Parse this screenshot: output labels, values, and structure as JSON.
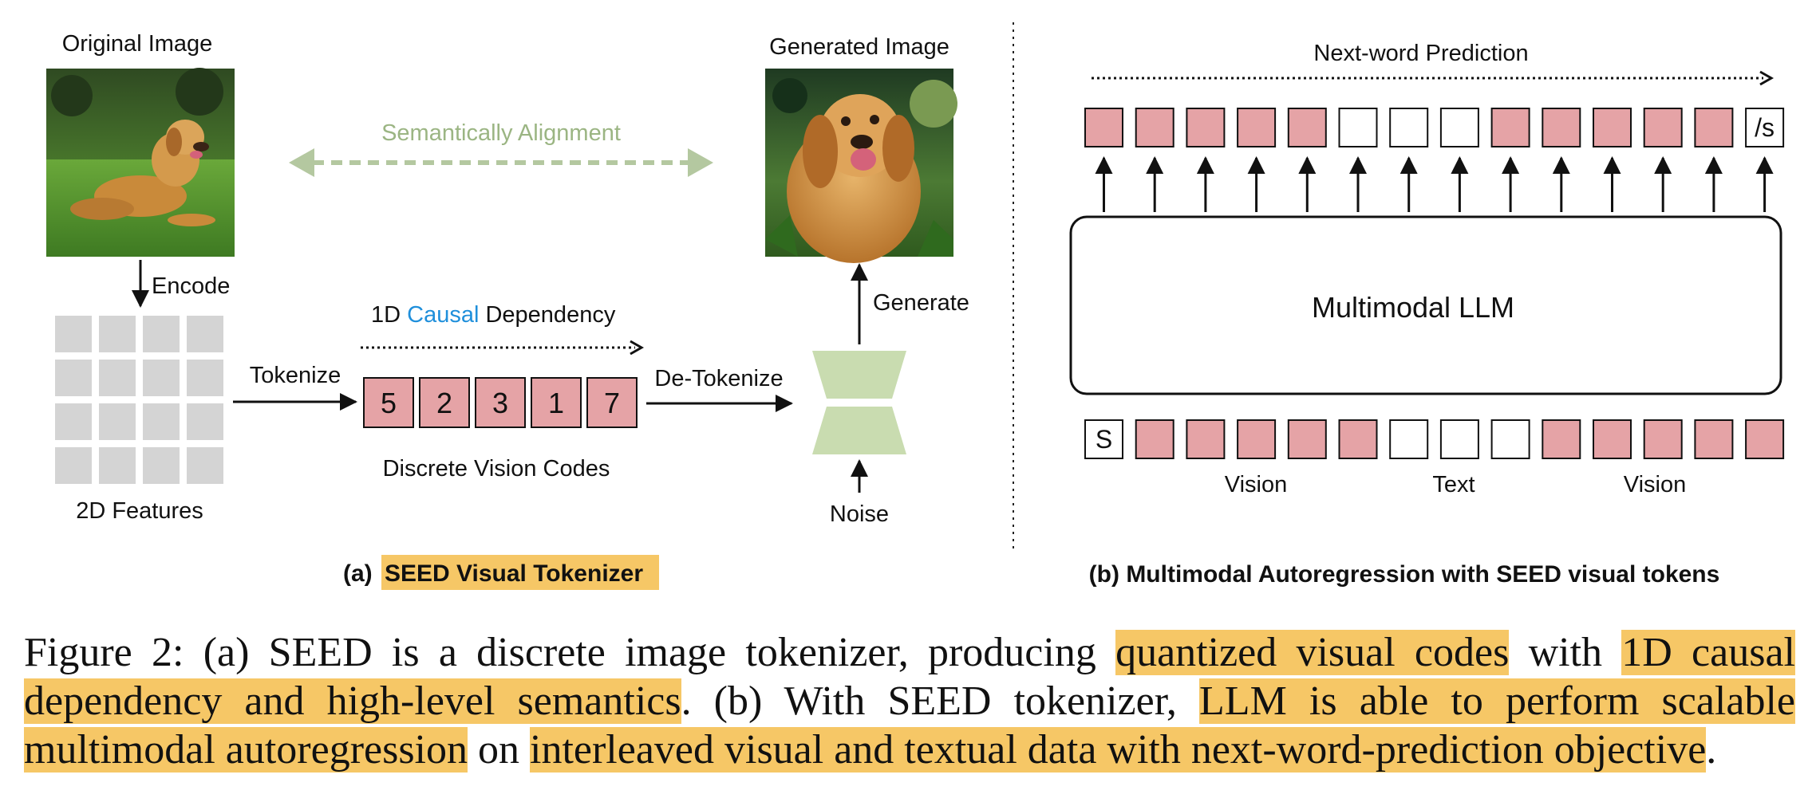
{
  "colors": {
    "token_pink": "#e5a3a6",
    "generator_green": "#c9dcb0",
    "alignment_green": "#b4c8a0",
    "causal_blue": "#1f8fdb",
    "feature_gray": "#d4d4d4",
    "highlight": "#f6c766"
  },
  "panel_a": {
    "original_image_label": "Original Image",
    "generated_image_label": "Generated Image",
    "alignment_label": "Semantically Alignment",
    "encode_label": "Encode",
    "features_label": "2D Features",
    "tokenize_label": "Tokenize",
    "causal_prefix": "1D ",
    "causal_word": "Causal",
    "causal_suffix": " Dependency",
    "codes": [
      "5",
      "2",
      "3",
      "1",
      "7"
    ],
    "codes_label": "Discrete Vision Codes",
    "detokenize_label": "De-Tokenize",
    "generate_label": "Generate",
    "noise_label": "Noise",
    "title_prefix": "(a) ",
    "title_highlight": "SEED Visual Tokenizer",
    "original_image_icon": "dog-lying-on-grass-photo",
    "generated_image_icon": "dog-portrait-photo"
  },
  "panel_b": {
    "prediction_label": "Next-word Prediction",
    "llm_label": "Multimodal LLM",
    "start_token": "S",
    "end_token": "/s",
    "output_tokens": [
      "vision",
      "vision",
      "vision",
      "vision",
      "vision",
      "text",
      "text",
      "text",
      "vision",
      "vision",
      "vision",
      "vision",
      "vision",
      "end"
    ],
    "input_tokens": [
      "start",
      "vision",
      "vision",
      "vision",
      "vision",
      "vision",
      "text",
      "text",
      "text",
      "vision",
      "vision",
      "vision",
      "vision",
      "vision"
    ],
    "vision_label_1": "Vision",
    "text_label": "Text",
    "vision_label_2": "Vision",
    "title": "(b) Multimodal Autoregression with SEED visual tokens"
  },
  "caption": {
    "l1_a": "Figure 2: (a) SEED is a discrete image tokenizer, producing ",
    "l1_h1": "quantized visual codes",
    "l1_b": " with ",
    "l1_h2": "1D causal",
    "l2_h": "dependency and high-level semantics",
    "l2_a": ". (b) With SEED tokenizer, ",
    "l2_h2": "LLM is able to perform scalable",
    "l3_h1": "multimodal autoregression",
    "l3_a": " on ",
    "l3_h2": "interleaved visual and textual data with next-word-prediction objective",
    "l3_b": "."
  }
}
